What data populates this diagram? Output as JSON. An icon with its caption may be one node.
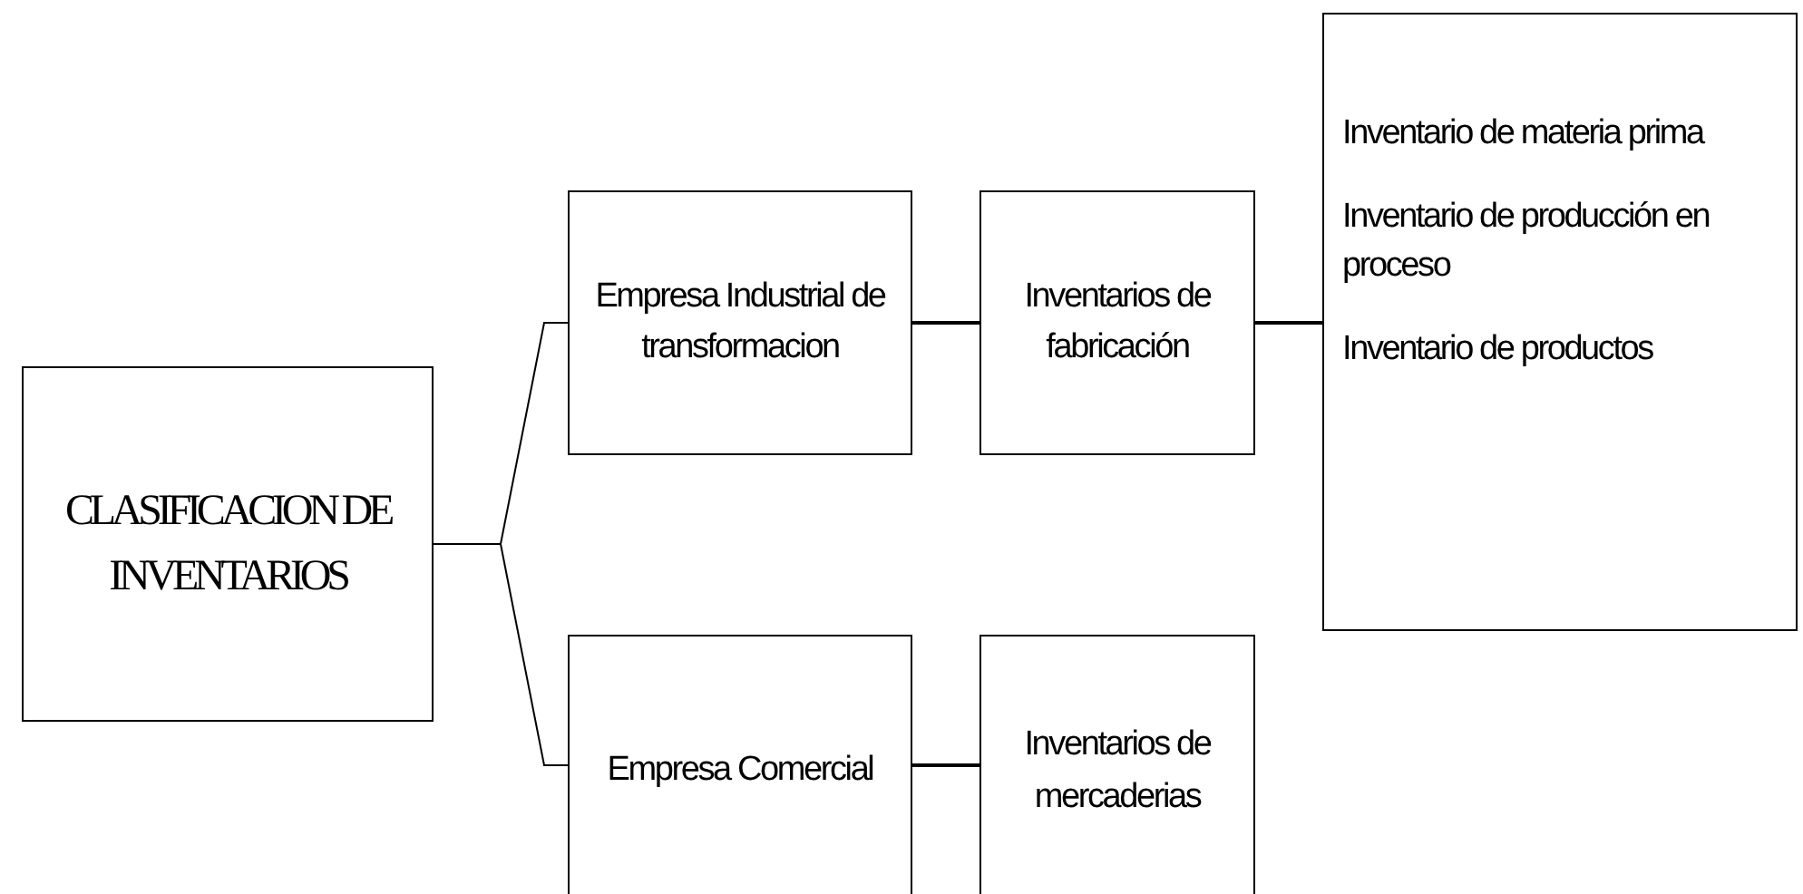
{
  "diagram": {
    "nodes": [
      {
        "text": [
          "CLASIFICACION DE INVENTARIOS"
        ]
      },
      {
        "text": [
          "Empresa Industrial de transformacion"
        ]
      },
      {
        "text": [
          "Inventarios de fabricación"
        ]
      },
      {
        "text": [
          "Inventario de materia prima",
          "Inventario de producción en proceso",
          "Inventario de productos"
        ]
      },
      {
        "text": [
          "Empresa Comercial"
        ]
      },
      {
        "text": [
          "Inventarios de mercaderias"
        ]
      }
    ],
    "edges": [
      {
        "from": 0,
        "to": 1,
        "arrow": "none"
      },
      {
        "from": 0,
        "to": 4,
        "arrow": "none"
      },
      {
        "from": 1,
        "to": 2,
        "arrow": "none"
      },
      {
        "from": 2,
        "to": 3,
        "arrow": "none"
      },
      {
        "from": 4,
        "to": 5,
        "arrow": "none"
      }
    ]
  }
}
